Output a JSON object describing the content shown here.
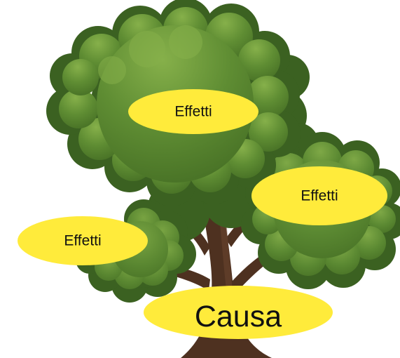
{
  "diagram": {
    "labels": {
      "effect_top": "Effetti",
      "effect_right": "Effetti",
      "effect_left": "Effetti",
      "cause": "Causa"
    }
  },
  "colors": {
    "foliage_shadow": "#3b6121",
    "foliage_mid": "#4d7a29",
    "foliage_light": "#6c9b3c",
    "foliage_highlight": "#86b04a",
    "trunk": "#4e3120",
    "trunk_light": "#6b4630",
    "label_fill": "#ffeb3b"
  }
}
